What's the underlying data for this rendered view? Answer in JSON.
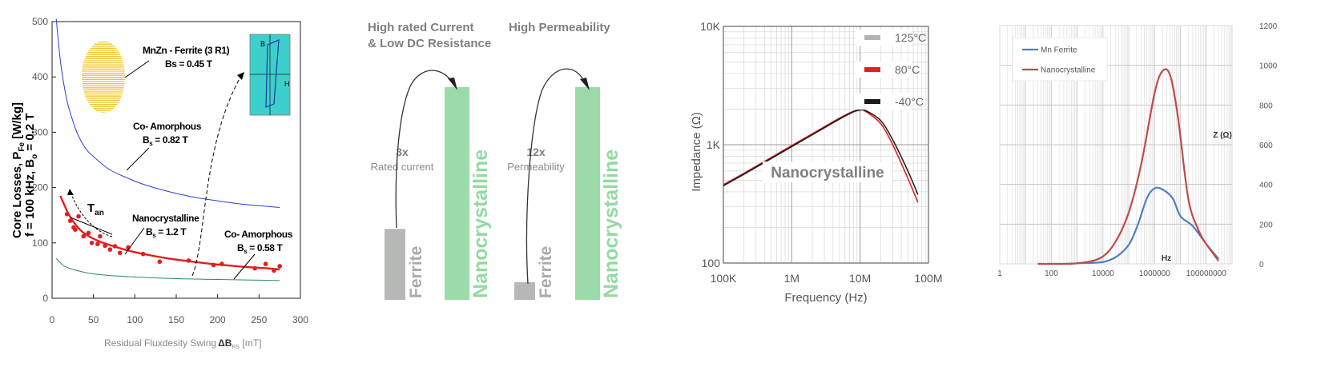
{
  "chart_data": [
    {
      "type": "line",
      "ylabel_line1": "Core Losses, P",
      "ylabel_sub": "Fe",
      "ylabel_unit": " [W/kg]",
      "ylabel_line2": "f = 100 kHz, B",
      "ylabel_sub2": "o",
      "ylabel_eq": " = 0.2 T",
      "xlabel": "Residual Fluxdesity Swing",
      "xlabel_symbol": "ΔB",
      "xlabel_sub": "RS",
      "xlabel_unit": " [mT]",
      "xlim": [
        0,
        300
      ],
      "ylim": [
        0,
        500
      ],
      "xticks": [
        "0",
        "50",
        "100",
        "150",
        "200",
        "250",
        "300"
      ],
      "yticks": [
        "0",
        "100",
        "200",
        "300",
        "400",
        "500"
      ],
      "series": [
        {
          "color": "#2b3fd6",
          "x": [
            5,
            10,
            15,
            20,
            30,
            40,
            50,
            70,
            90,
            110,
            140,
            170,
            200,
            230,
            260,
            275
          ],
          "y": [
            505,
            430,
            380,
            345,
            300,
            272,
            256,
            232,
            218,
            206,
            193,
            183,
            176,
            170,
            166,
            164
          ]
        },
        {
          "color": "#e21e1e",
          "x": [
            10,
            20,
            30,
            40,
            55,
            70,
            90,
            110,
            140,
            170,
            200,
            230,
            260,
            275
          ],
          "y": [
            185,
            152,
            130,
            116,
            104,
            96,
            87,
            80,
            72,
            66,
            61,
            57,
            54,
            52
          ]
        },
        {
          "color": "#2e8a5a",
          "x": [
            5,
            15,
            30,
            50,
            80,
            120,
            160,
            200,
            240,
            275
          ],
          "y": [
            72,
            58,
            50,
            44,
            40,
            37,
            35,
            34,
            33,
            32
          ]
        }
      ],
      "scatter": {
        "color": "#e21e1e",
        "x": [
          18,
          22,
          26,
          28,
          32,
          38,
          44,
          48,
          55,
          58,
          64,
          70,
          76,
          82,
          92,
          110,
          130,
          165,
          195,
          205,
          245,
          258,
          268,
          275
        ],
        "y": [
          152,
          140,
          128,
          124,
          148,
          112,
          118,
          100,
          98,
          112,
          95,
          88,
          94,
          82,
          92,
          80,
          66,
          68,
          60,
          62,
          54,
          62,
          50,
          58
        ]
      },
      "annotations": {
        "mnzn_line1": "MnZn - Ferrite (3 R1)",
        "mnzn_line2": "Bs = 0.45 T",
        "coam1_line1": "Co- Amorphous",
        "coam1_b": "B",
        "coam1_sub": "s",
        "coam1_val": " = 0.82 T",
        "tan_t": "T",
        "tan_sub": "an",
        "nano_line1": "Nanocrystalline",
        "nano_b": "B",
        "nano_sub": "s",
        "nano_val": " = 1.2 T",
        "coam2_line1": "Co- Amorphous",
        "coam2_b": "B",
        "coam2_sub": "s",
        "coam2_val": " = 0.58 T",
        "inset_b": "B",
        "inset_h": "H"
      }
    },
    {
      "type": "bar",
      "groups": [
        {
          "title_line1": "High rated Current",
          "title_line2": "& Low DC Resistance",
          "multiplier": "3x",
          "metric": "Rated current",
          "bars": [
            {
              "name": "Ferrite",
              "value": 1
            },
            {
              "name": "Nanocrystalline",
              "value": 3
            }
          ]
        },
        {
          "title_line1": "High Permeability",
          "title_line2": "",
          "multiplier": "12x",
          "metric": "Permeability",
          "bars": [
            {
              "name": "Ferrite",
              "value": 1
            },
            {
              "name": "Nanocrystalline",
              "value": 12
            }
          ]
        }
      ],
      "colors": {
        "ferrite": "#b6b8b6",
        "nano": "#9adba9",
        "ferrite_text": "#a9aaa9",
        "nano_text": "#93d9a4",
        "title": "#7f7f7f"
      }
    },
    {
      "type": "line",
      "xlabel": "Frequency (Hz)",
      "ylabel": "Impedance (Ω)",
      "x_scale": "log",
      "y_scale": "log",
      "xlim": [
        100000,
        100000000
      ],
      "ylim": [
        100,
        10000
      ],
      "xticks": [
        {
          "value": 100000,
          "label": "100K"
        },
        {
          "value": 1000000,
          "label": "1M"
        },
        {
          "value": 10000000,
          "label": "10M"
        },
        {
          "value": 100000000,
          "label": "100M"
        }
      ],
      "yticks": [
        {
          "value": 100,
          "label": "100"
        },
        {
          "value": 1000,
          "label": "1K"
        },
        {
          "value": 10000,
          "label": "10K"
        }
      ],
      "inline_label": "Nanocrystalline",
      "legend_position": "top-right",
      "series": [
        {
          "name": "125°C",
          "color": "#b3b3b3",
          "x": [
            100000,
            200000,
            500000,
            1000000,
            2000000,
            5000000,
            8000000,
            10000000,
            12000000,
            20000000,
            30000000,
            50000000,
            70000000
          ],
          "y": [
            450,
            560,
            760,
            960,
            1210,
            1640,
            1880,
            1940,
            1900,
            1500,
            1000,
            520,
            330
          ]
        },
        {
          "name": "80°C",
          "color": "#e02020",
          "x": [
            100000,
            200000,
            500000,
            1000000,
            2000000,
            5000000,
            8000000,
            10000000,
            12000000,
            20000000,
            30000000,
            50000000,
            70000000
          ],
          "y": [
            460,
            575,
            780,
            985,
            1240,
            1680,
            1920,
            1970,
            1920,
            1510,
            1000,
            520,
            325
          ]
        },
        {
          "name": "-40°C",
          "color": "#1a1a1a",
          "x": [
            100000,
            200000,
            500000,
            1000000,
            2000000,
            5000000,
            8000000,
            10000000,
            12000000,
            20000000,
            30000000,
            50000000,
            70000000
          ],
          "y": [
            450,
            565,
            765,
            965,
            1215,
            1650,
            1900,
            1970,
            1950,
            1600,
            1100,
            600,
            380
          ]
        }
      ]
    },
    {
      "type": "line",
      "xlabel": "Hz",
      "ylabel": "Z (Ω)",
      "x_scale": "log",
      "xlim": [
        1,
        1000000000
      ],
      "ylim": [
        0,
        1200
      ],
      "xticks": [
        {
          "value": 1,
          "label": "1"
        },
        {
          "value": 100,
          "label": "100"
        },
        {
          "value": 10000,
          "label": "10000"
        },
        {
          "value": 1000000,
          "label": "1000000"
        },
        {
          "value": 100000000,
          "label": "100000000"
        }
      ],
      "yticks": [
        {
          "value": 0,
          "label": "0"
        },
        {
          "value": 200,
          "label": "200"
        },
        {
          "value": 400,
          "label": "400"
        },
        {
          "value": 600,
          "label": "600"
        },
        {
          "value": 800,
          "label": "800"
        },
        {
          "value": 1000,
          "label": "1000"
        },
        {
          "value": 1200,
          "label": "1200"
        }
      ],
      "legend_position": "top-left",
      "series": [
        {
          "name": "Mn Ferrite",
          "color": "#4f7fbf",
          "x": [
            30,
            100,
            1000,
            15000,
            80000,
            200000,
            500000,
            1000000,
            2000000,
            5000000,
            10000000,
            30000000,
            100000000,
            300000000
          ],
          "y": [
            0,
            0,
            3,
            15,
            80,
            180,
            330,
            380,
            375,
            330,
            240,
            190,
            100,
            25
          ]
        },
        {
          "name": "Nanocrystalline",
          "color": "#bf4b47",
          "x": [
            30,
            100,
            1000,
            8000,
            30000,
            100000,
            300000,
            1000000,
            2000000,
            4000000,
            8000000,
            20000000,
            50000000,
            100000000,
            300000000
          ],
          "y": [
            0,
            0,
            3,
            30,
            110,
            260,
            500,
            860,
            970,
            950,
            740,
            330,
            170,
            100,
            15
          ]
        }
      ]
    }
  ]
}
